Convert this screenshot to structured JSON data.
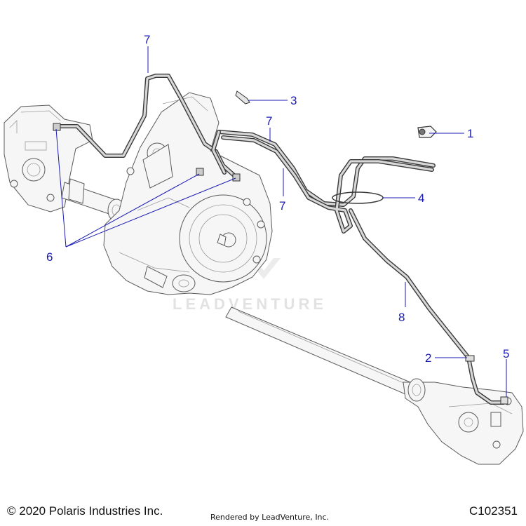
{
  "callouts": [
    {
      "id": "1",
      "part": "clamp"
    },
    {
      "id": "2",
      "part": "clip"
    },
    {
      "id": "3",
      "part": "fastener"
    },
    {
      "id": "4",
      "part": "cable-tie"
    },
    {
      "id": "5",
      "part": "fitting"
    },
    {
      "id": "6",
      "part": "hose-end"
    },
    {
      "id": "7",
      "part": "vent-hose"
    },
    {
      "id": "8",
      "part": "vent-hose-front"
    }
  ],
  "watermark": "LEADVENTURE",
  "footer": {
    "copyright": "© 2020 Polaris Industries Inc.",
    "rendered_by": "Rendered by LeadVenture, Inc.",
    "diagram_id": "C102351"
  },
  "colors": {
    "callout": "#1a1ab4",
    "line_art": "#5a5a5a",
    "hose": "#3a3a3a",
    "watermark": "#e2e2e2"
  }
}
